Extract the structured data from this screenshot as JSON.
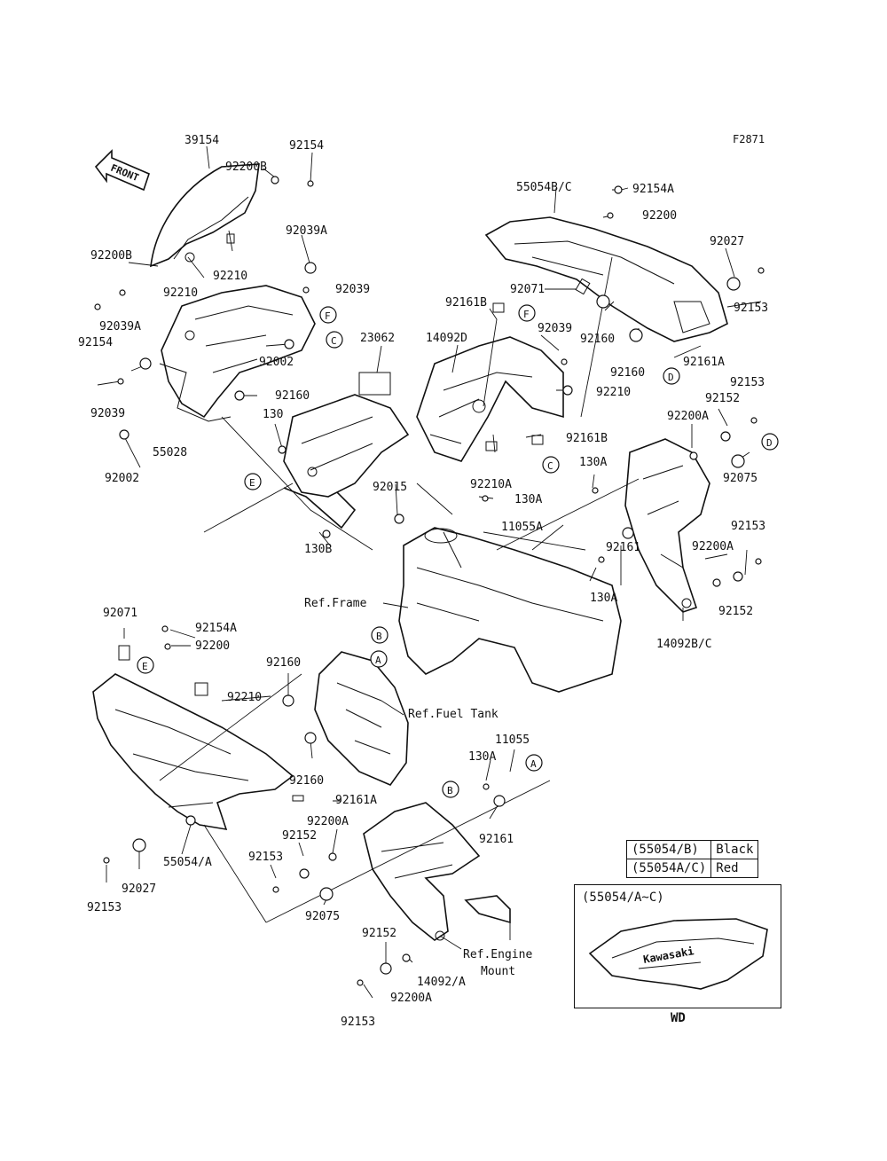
{
  "figure_id": "F2871",
  "front_arrow_label": "FRONT",
  "callouts": [
    "39154",
    "92154",
    "92200B",
    "92210",
    "92039A",
    "92200B",
    "92210",
    "92154",
    "92039A",
    "92039",
    "92002",
    "92160",
    "92039",
    "92002",
    "55028",
    "130",
    "23062",
    "14092D",
    "92161B",
    "92039",
    "92210",
    "92161B",
    "92210A",
    "55054B/C",
    "92154A",
    "92200",
    "92071",
    "92027",
    "92153",
    "92160",
    "92160",
    "92161A",
    "92153",
    "92152",
    "92200A",
    "92075",
    "130A",
    "130A",
    "11055A",
    "92015",
    "130B",
    "92161",
    "130A",
    "92153",
    "92200A",
    "92152",
    "14092B/C",
    "92071",
    "92154A",
    "92200",
    "92210",
    "92160",
    "92160",
    "92161A",
    "11055",
    "130A",
    "92161",
    "92200A",
    "92152",
    "92153",
    "55054/A",
    "92027",
    "92153",
    "92075",
    "92152",
    "14092/A",
    "92200A",
    "92153"
  ],
  "references": [
    "Ref.Frame",
    "Ref.Fuel Tank",
    "Ref.Engine",
    "Mount"
  ],
  "circle_markers": [
    "F",
    "F",
    "C",
    "C",
    "D",
    "D",
    "E",
    "E",
    "B",
    "A",
    "B",
    "A"
  ],
  "legend": {
    "rows": [
      {
        "code": "(55054/B)",
        "color": "Black"
      },
      {
        "code": "(55054A/C)",
        "color": "Red"
      }
    ]
  },
  "inset": {
    "title": "(55054/A~C)",
    "brand": "Kawasaki",
    "label": "WD"
  }
}
